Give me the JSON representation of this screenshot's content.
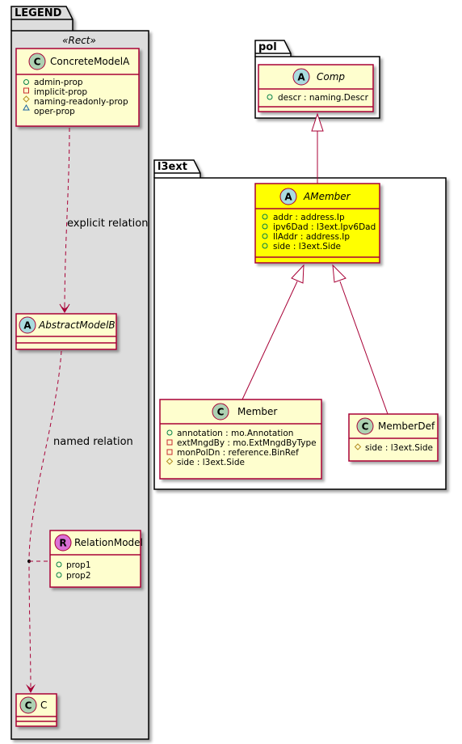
{
  "packages": {
    "legend": {
      "title": "LEGEND",
      "stereotype": "«Rect»"
    },
    "pol": {
      "title": "pol"
    },
    "l3ext": {
      "title": "l3ext"
    }
  },
  "legend": {
    "concrete": {
      "badge": "C",
      "name": "ConcreteModelA",
      "attrs": [
        "admin-prop",
        "implicit-prop",
        "naming-readonly-prop",
        "oper-prop"
      ]
    },
    "abstract": {
      "badge": "A",
      "name": "AbstractModelB"
    },
    "relation": {
      "badge": "R",
      "name": "RelationModel",
      "attrs": [
        "prop1",
        "prop2"
      ]
    },
    "c": {
      "badge": "C",
      "name": "C"
    },
    "explicit_label": "explicit relation",
    "named_label": "named relation"
  },
  "classes": {
    "comp": {
      "badge": "A",
      "name": "Comp",
      "attrs": [
        "descr : naming.Descr"
      ]
    },
    "amember": {
      "badge": "A",
      "name": "AMember",
      "attrs": [
        "addr : address.Ip",
        "ipv6Dad : l3ext.Ipv6Dad",
        "llAddr : address.Ip",
        "side : l3ext.Side"
      ]
    },
    "member": {
      "badge": "C",
      "name": "Member",
      "attrs": [
        "annotation : mo.Annotation",
        "extMngdBy : mo.ExtMngdByType",
        "monPolDn : reference.BinRef",
        "side : l3ext.Side"
      ]
    },
    "memberdef": {
      "badge": "C",
      "name": "MemberDef",
      "attrs": [
        "side : l3ext.Side"
      ]
    }
  },
  "colors": {
    "class_fill": "#FEFECE",
    "class_border": "#A80036",
    "highlight_fill": "#FFFF00",
    "legend_bg": "#DDDDDD",
    "badge_abstract": "#A9DCDF",
    "badge_concrete": "#ADD1B2",
    "badge_relation": "#DA70D6"
  }
}
